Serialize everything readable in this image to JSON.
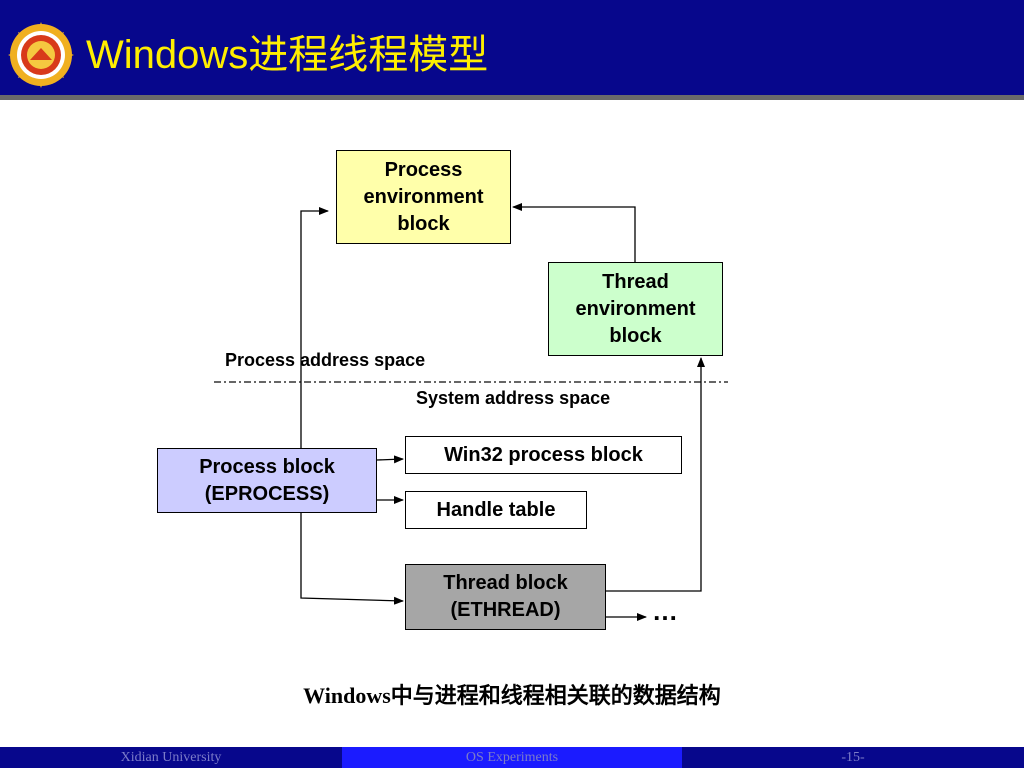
{
  "header": {
    "title": "Windows进程线程模型",
    "background_color": "#07078c",
    "title_color": "#ffee00",
    "logo_icon": "university-emblem-icon"
  },
  "diagram": {
    "process_environment_block": "Process environment block",
    "thread_environment_block": "Thread environment block",
    "process_address_space": "Process address space",
    "system_address_space": "System address space",
    "process_block": "Process block (EPROCESS)",
    "win32_process_block": "Win32 process block",
    "handle_table": "Handle table",
    "thread_block": "Thread block (ETHREAD)",
    "ellipsis": "…",
    "colors": {
      "peb_fill": "#ffffaa",
      "teb_fill": "#ccffcc",
      "eprocess_fill": "#ccccff",
      "ethread_fill": "#a6a6a6"
    }
  },
  "caption": "Windows中与进程和线程相关联的数据结构",
  "footer": {
    "left": "Xidian University",
    "center": "OS Experiments",
    "right": "-15-"
  }
}
